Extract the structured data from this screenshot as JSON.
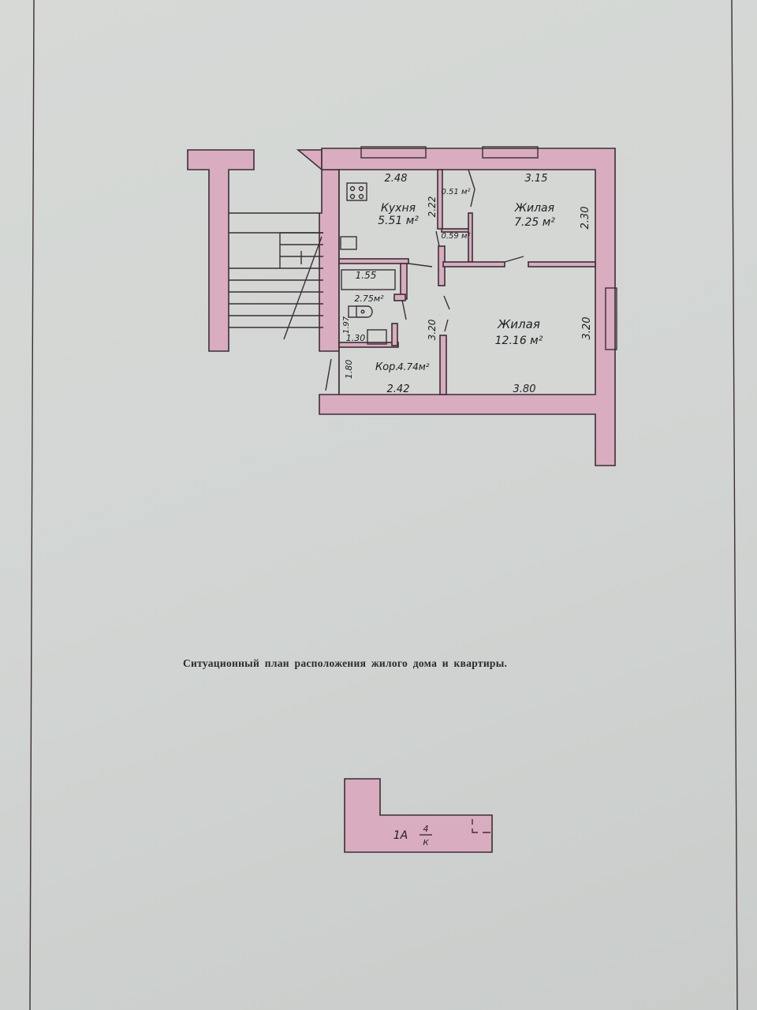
{
  "floor_plan": {
    "rooms": [
      {
        "name": "Кухня",
        "area": "5.51 м²"
      },
      {
        "name": "Жилая",
        "area": "7.25 м²"
      },
      {
        "name": "Жилая",
        "area": "12.16 м²"
      },
      {
        "name": "Кор.",
        "area": "4.74м²"
      },
      {
        "name": "",
        "area": "2.75м²"
      },
      {
        "name": "",
        "area": "0.51 м²"
      },
      {
        "name": "",
        "area": "0.59 м²"
      }
    ],
    "dimensions": {
      "kitchen_width": "2.48",
      "kitchen_depth": "2.22",
      "room1_width": "3.15",
      "room1_depth": "2.30",
      "bath_width": "1.55",
      "bath_depth": "1.97",
      "toilet_width": "1.30",
      "corridor_depth": "3.20",
      "room2_depth": "3.20",
      "entry_depth": "1.80",
      "corridor_width": "2.42",
      "room2_width": "3.80"
    }
  },
  "caption": "Ситуационный план расположения жилого дома и квартиры.",
  "site_plan": {
    "label_main": "1А",
    "label_num": "4",
    "label_den": "К"
  }
}
